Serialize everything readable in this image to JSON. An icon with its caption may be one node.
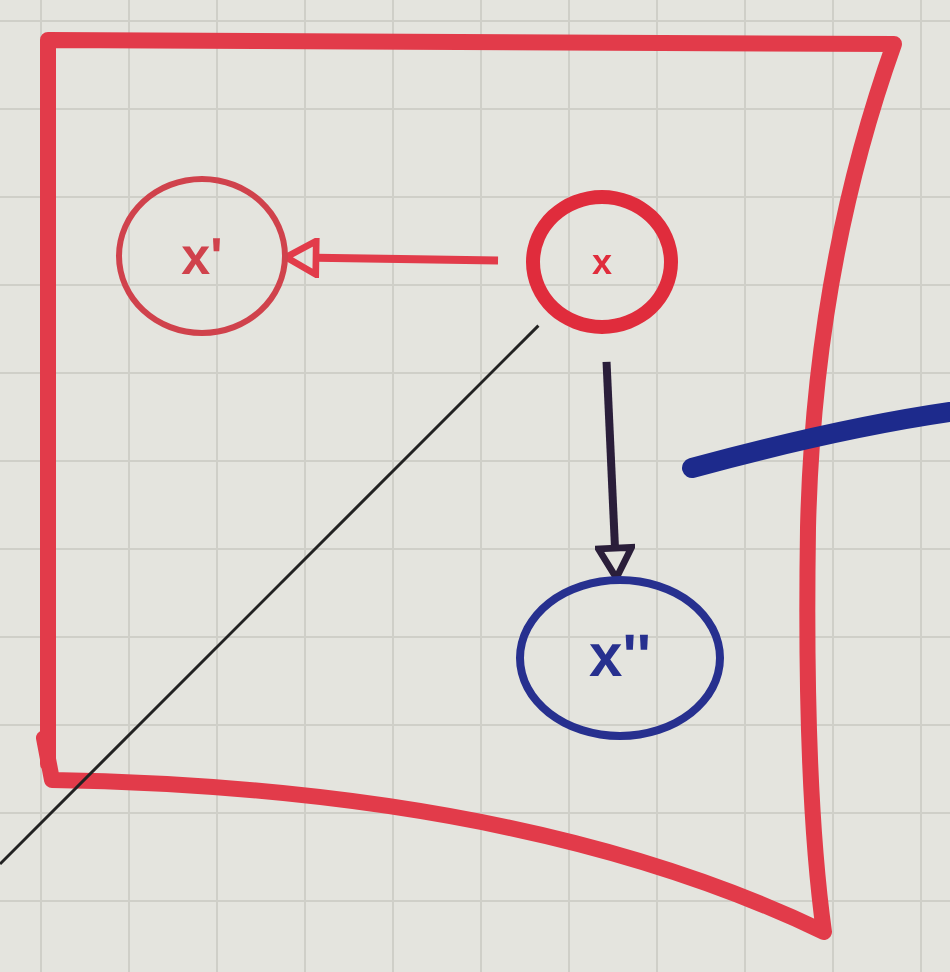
{
  "diagram": {
    "nodes": [
      {
        "text": [],
        "shape": "box"
      },
      {
        "text": [
          "x'"
        ],
        "in": 0
      },
      {
        "text": [
          "x"
        ],
        "in": 0
      },
      {
        "text": [
          "x''"
        ],
        "in": 0
      }
    ],
    "edges": [
      {
        "from": 2,
        "to": 1,
        "arrow": "to",
        "color": "#e23b4a"
      },
      {
        "from": 2,
        "to": 3,
        "arrow": "to",
        "color": "#2a1e3a"
      },
      {
        "from": null,
        "to": 2,
        "arrow": "none",
        "color": "#222222"
      }
    ]
  }
}
